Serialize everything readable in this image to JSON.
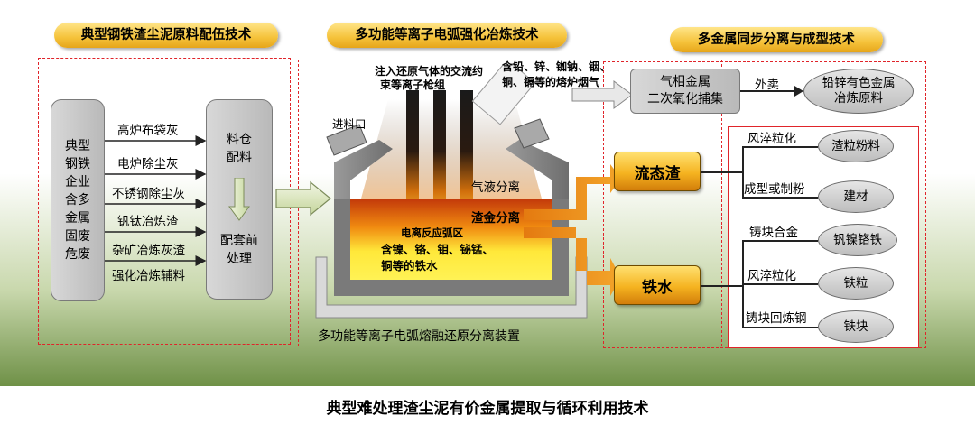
{
  "sections": {
    "left_title": "典型钢铁渣尘泥原料配伍技术",
    "middle_title": "多功能等离子电弧强化冶炼技术",
    "right_title": "多金属同步分离与成型技术"
  },
  "left": {
    "source_box": [
      "典型",
      "钢铁",
      "企业",
      "含多",
      "金属",
      "固废",
      "危废"
    ],
    "materials": [
      "高炉布袋灰",
      "电炉除尘灰",
      "不锈钢除尘灰",
      "钒钛冶炼渣",
      "杂矿冶炼灰渣",
      "强化冶炼辅料"
    ],
    "bin_top": [
      "料仓",
      "配料"
    ],
    "bin_bottom": [
      "配套前",
      "处理"
    ]
  },
  "furnace": {
    "torch_label": [
      "注入还原气体的交流约",
      "束等离子枪组"
    ],
    "fume_label": [
      "含铅、锌、铷钠、铟、",
      "铜、镉等的熔炉烟气"
    ],
    "inlet_label": "进料口",
    "gas_liquid": "气液分离",
    "slag_metal": "渣金分离",
    "arc_zone": "电离反应弧区",
    "molten_iron": [
      "含镍、铬、钼、铋锰、",
      "铜等的铁水"
    ],
    "device_label": "多功能等离子电弧熔融还原分离装置"
  },
  "right": {
    "capture_box": [
      "气相金属",
      "二次氧化捕集"
    ],
    "sell_label": "外卖",
    "nonferrous_oval": [
      "铅锌有色金属",
      "冶炼原料"
    ],
    "slag_box": "流态渣",
    "iron_box": "铁水",
    "slag_routes": [
      {
        "process": "风淬粒化",
        "product": "渣粒粉料"
      },
      {
        "process": "成型或制粉",
        "product": "建材"
      }
    ],
    "iron_routes": [
      {
        "process": "铸块合金",
        "product": "钒镍铬铁"
      },
      {
        "process": "风淬粒化",
        "product": "铁粒"
      },
      {
        "process": "铸块回炼钢",
        "product": "铁块"
      }
    ]
  },
  "caption": "典型难处理渣尘泥有价金属提取与循环利用技术",
  "colors": {
    "accent_red": "#e0242a",
    "title_yellow": "#f5c23a",
    "box_orange": "#f5b320",
    "bg_green": "#6f9147"
  }
}
